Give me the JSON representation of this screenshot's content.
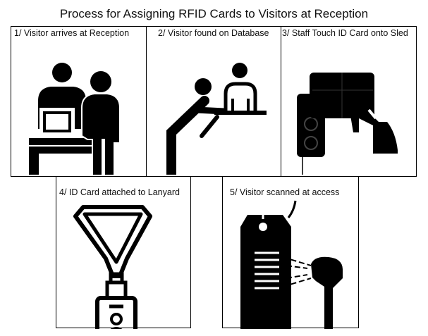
{
  "title": "Process for Assigning RFID Cards to Visitors at Reception",
  "steps": [
    {
      "label": "1/ Visitor arrives at Reception",
      "icon": "reception-desk-icon"
    },
    {
      "label": "2/ Visitor found on Database",
      "icon": "visitor-at-counter-icon"
    },
    {
      "label": "3/ Staff Touch ID Card onto Sled",
      "icon": "card-on-sled-icon"
    },
    {
      "label": "4/ ID Card attached to Lanyard",
      "icon": "lanyard-id-card-icon"
    },
    {
      "label": "5/ Visitor scanned at access",
      "icon": "barcode-scanner-icon"
    }
  ]
}
